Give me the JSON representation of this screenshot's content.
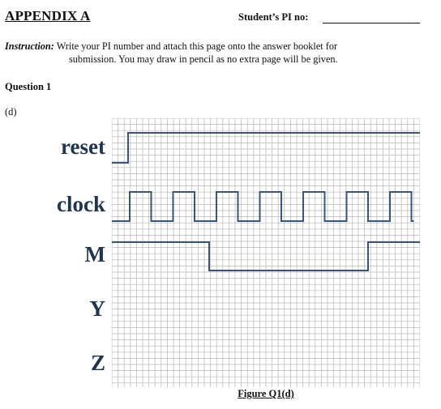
{
  "header": {
    "title": "APPENDIX A",
    "pi_label": "Student’s PI no:"
  },
  "instruction": {
    "label": "Instruction:",
    "line1": "Write your PI number and attach this page onto the answer booklet for",
    "line2": "submission. You may draw in pencil as no extra page will be given."
  },
  "question": {
    "title": "Question 1",
    "part": "(d)"
  },
  "figure": {
    "caption": "Figure Q1(d)",
    "signals": [
      {
        "name": "reset",
        "levels": "low-then-high"
      },
      {
        "name": "clock",
        "levels": "square-wave-7-pulses"
      },
      {
        "name": "M",
        "levels": "high-low-high"
      },
      {
        "name": "Y",
        "levels": "blank"
      },
      {
        "name": "Z",
        "levels": "blank"
      }
    ],
    "colors": {
      "waveform": "#3b5573",
      "grid": "#b9b9b9",
      "label": "#1f3550"
    }
  }
}
